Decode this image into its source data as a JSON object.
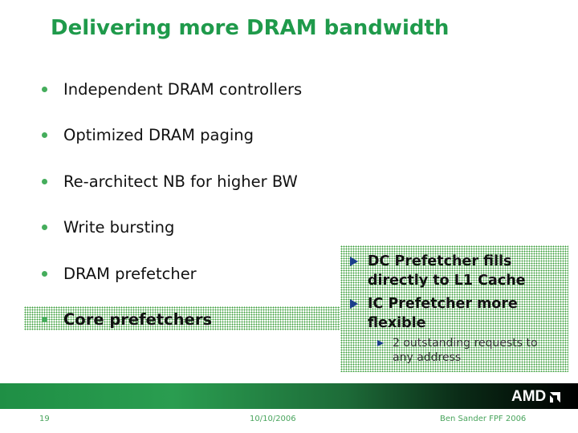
{
  "slide": {
    "title": "Delivering more DRAM bandwidth",
    "bullets": [
      {
        "text": "Independent DRAM controllers"
      },
      {
        "text": "Optimized DRAM paging"
      },
      {
        "text": "Re-architect NB for higher BW"
      },
      {
        "text": "Write bursting"
      },
      {
        "text": "DRAM prefetcher"
      },
      {
        "text": "Core prefetchers"
      }
    ],
    "callout": {
      "items": [
        {
          "line1": "DC Prefetcher fills",
          "line2": "directly to L1 Cache"
        },
        {
          "line1": "IC Prefetcher more",
          "line2": "flexible"
        }
      ],
      "sub": {
        "line1": "2 outstanding requests to",
        "line2": "any address"
      }
    },
    "footer": {
      "page_number": "19",
      "date": "10/10/2006",
      "author": "Ben Sander FPF 2006",
      "logo_text": "AMD"
    },
    "colors": {
      "title": "#1f9a4b",
      "bullet_dot": "#45ad5c",
      "pattern": "#3a9e3a",
      "arrow": "#1b3e8c",
      "footer_text": "#48a45c"
    }
  }
}
